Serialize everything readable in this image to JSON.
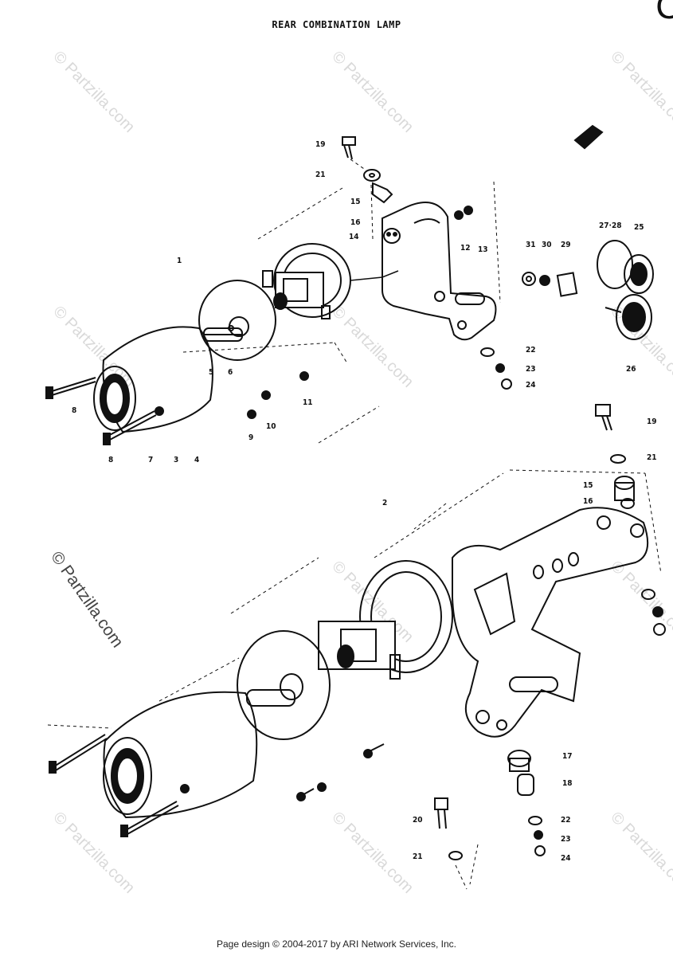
{
  "title": "REAR COMBINATION LAMP",
  "footer": "Page design © 2004-2017 by ARI Network Services, Inc.",
  "watermark_text": "© Partzilla.com",
  "corner_glyph": "C",
  "colors": {
    "ink": "#111111",
    "watermark": "#d9d9d9",
    "background": "#ffffff"
  },
  "callouts": [
    {
      "id": "c19a",
      "text": "19"
    },
    {
      "id": "c21a",
      "text": "21"
    },
    {
      "id": "c15a",
      "text": "15"
    },
    {
      "id": "c16a",
      "text": "16"
    },
    {
      "id": "c14",
      "text": "14"
    },
    {
      "id": "c12",
      "text": "12"
    },
    {
      "id": "c13",
      "text": "13"
    },
    {
      "id": "c1",
      "text": "1"
    },
    {
      "id": "c31",
      "text": "31"
    },
    {
      "id": "c30",
      "text": "30"
    },
    {
      "id": "c29",
      "text": "29"
    },
    {
      "id": "c2728",
      "text": "27·28"
    },
    {
      "id": "c25",
      "text": "25"
    },
    {
      "id": "c26",
      "text": "26"
    },
    {
      "id": "c22a",
      "text": "22"
    },
    {
      "id": "c23a",
      "text": "23"
    },
    {
      "id": "c24a",
      "text": "24"
    },
    {
      "id": "c5",
      "text": "5"
    },
    {
      "id": "c6",
      "text": "6"
    },
    {
      "id": "c11",
      "text": "11"
    },
    {
      "id": "c8a",
      "text": "8"
    },
    {
      "id": "c8b",
      "text": "8"
    },
    {
      "id": "c7",
      "text": "7"
    },
    {
      "id": "c3",
      "text": "3"
    },
    {
      "id": "c4",
      "text": "4"
    },
    {
      "id": "c9",
      "text": "9"
    },
    {
      "id": "c10",
      "text": "10"
    },
    {
      "id": "c19b",
      "text": "19"
    },
    {
      "id": "c21b",
      "text": "21"
    },
    {
      "id": "c15b",
      "text": "15"
    },
    {
      "id": "c16b",
      "text": "16"
    },
    {
      "id": "c2",
      "text": "2"
    },
    {
      "id": "c17",
      "text": "17"
    },
    {
      "id": "c18",
      "text": "18"
    },
    {
      "id": "c20",
      "text": "20"
    },
    {
      "id": "c21c",
      "text": "21"
    },
    {
      "id": "c22b",
      "text": "22"
    },
    {
      "id": "c23b",
      "text": "23"
    },
    {
      "id": "c24b",
      "text": "24"
    }
  ]
}
